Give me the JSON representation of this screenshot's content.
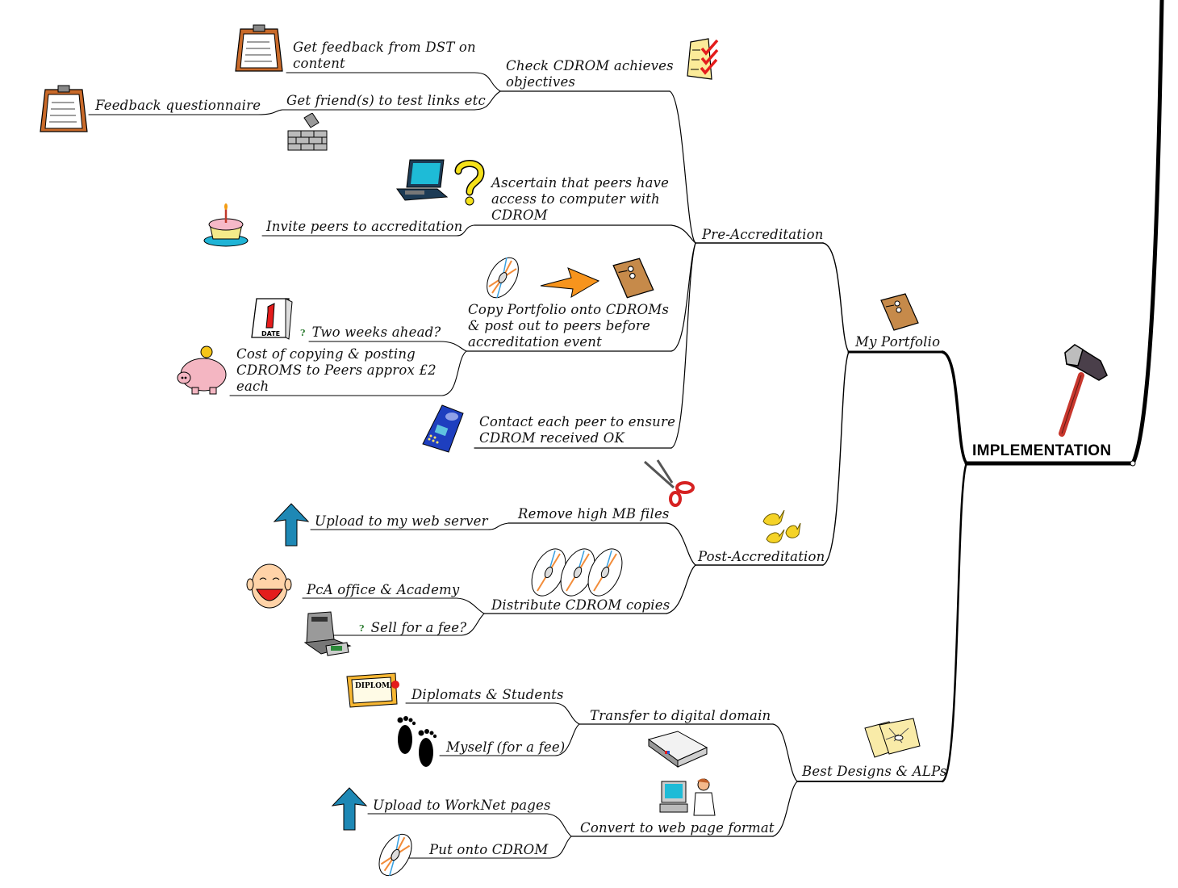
{
  "root": {
    "label": "IMPLEMENTATION",
    "icon": "hammer-icon"
  },
  "branches": {
    "my_portfolio": {
      "label": "My Portfolio",
      "icon": "envelope-icon",
      "pre_accreditation": {
        "label": "Pre-Accreditation",
        "check_cdrom": {
          "label": "Check CDROM achieves objectives",
          "icon": "checklist-icon",
          "children": {
            "feedback_dst": {
              "label": "Get feedback from DST on content",
              "icon": "clipboard-icon"
            },
            "friends_test": {
              "label": "Get friend(s) to test links etc",
              "icon": "bricks-icon",
              "children": {
                "questionnaire": {
                  "label": "Feedback questionnaire",
                  "icon": "clipboard-icon"
                }
              }
            }
          }
        },
        "ascertain": {
          "label": "Ascertain that peers have access to computer with CDROM",
          "icons": [
            "laptop-icon",
            "question-mark-icon"
          ],
          "children": {
            "invite": {
              "label": "Invite peers to accreditation",
              "icon": "cake-icon"
            }
          }
        },
        "copy_portfolio": {
          "label": "Copy Portfolio onto CDROMs & post out to peers before accreditation event",
          "icons": [
            "cd-icon",
            "arrow-right-icon",
            "envelope-icon"
          ],
          "children": {
            "two_weeks": {
              "label": "Two weeks ahead?",
              "icon": "calendar-icon",
              "marker": "?"
            },
            "cost": {
              "label": "Cost of copying & posting CDROMS to Peers approx £2 each",
              "icon": "piggy-bank-icon"
            }
          }
        },
        "contact": {
          "label": "Contact each peer to ensure CDROM received OK",
          "icon": "mobile-phone-icon"
        }
      },
      "post_accreditation": {
        "label": "Post-Accreditation",
        "icon": "birds-icon",
        "remove_files": {
          "label": "Remove high MB files",
          "icon": "scissors-icon",
          "children": {
            "upload_server": {
              "label": "Upload to my web server",
              "icon": "arrow-up-icon"
            }
          }
        },
        "distribute": {
          "label": "Distribute CDROM copies",
          "icon": "cd-stack-icon",
          "children": {
            "pca_office": {
              "label": "PcA office & Academy",
              "icon": "laughing-face-icon"
            },
            "sell_fee": {
              "label": "Sell for a fee?",
              "icon": "cash-register-icon",
              "marker": "?"
            }
          }
        }
      }
    },
    "best_designs": {
      "label": "Best Designs & ALPs",
      "icon": "maps-icon",
      "transfer": {
        "label": "Transfer to digital domain",
        "icon": "scanner-icon",
        "children": {
          "diplomats": {
            "label": "Diplomats & Students",
            "icon": "diploma-icon"
          },
          "myself": {
            "label": "Myself (for a fee)",
            "icon": "footprints-icon"
          }
        }
      },
      "convert": {
        "label": "Convert to web page format",
        "icon": "computer-user-icon",
        "children": {
          "worknet": {
            "label": "Upload to WorkNet pages",
            "icon": "arrow-up-icon"
          },
          "put_cdrom": {
            "label": "Put onto CDROM",
            "icon": "cd-icon"
          }
        }
      }
    }
  },
  "colors": {
    "line": "#000000",
    "marker": "#2e7d32",
    "arrow_up": "#1e88b5",
    "arrow_right": "#f7941d",
    "envelope": "#c68a4a",
    "clipboard": "#c96a2a"
  }
}
